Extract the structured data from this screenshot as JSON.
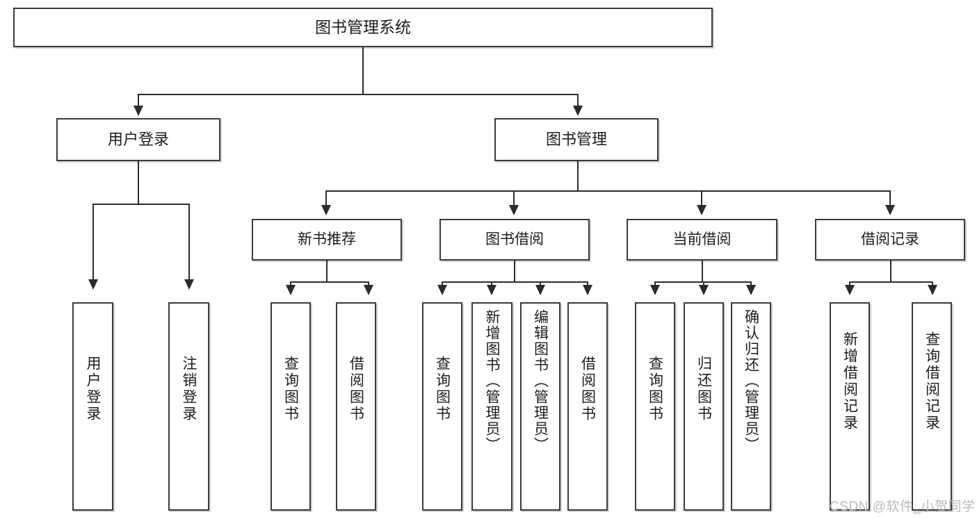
{
  "diagram": {
    "title": "图书管理系统",
    "type": "hierarchy-tree",
    "watermark": "CSDN @软件_小贺同学",
    "colors": {
      "box_border": "#3a3a3a",
      "box_fill": "#ffffff",
      "connector": "#2b2b2b",
      "text": "#1c1c1c",
      "watermark": "#b9b9b9",
      "background": "#ffffff"
    },
    "levels": {
      "root": {
        "label": "图书管理系统"
      },
      "level1": [
        {
          "id": "user-login",
          "label": "用户登录"
        },
        {
          "id": "book-manage",
          "label": "图书管理"
        }
      ],
      "level2": [
        {
          "id": "new-book-recommend",
          "label": "新书推荐"
        },
        {
          "id": "book-borrow",
          "label": "图书借阅"
        },
        {
          "id": "current-borrow",
          "label": "当前借阅"
        },
        {
          "id": "borrow-record",
          "label": "借阅记录"
        }
      ],
      "leaves": [
        {
          "id": "leaf-user-login",
          "label": "用户登录",
          "parent": "user-login"
        },
        {
          "id": "leaf-user-logout",
          "label": "注销登录",
          "parent": "user-login"
        },
        {
          "id": "leaf-query-book-1",
          "label": "查询图书",
          "parent": "new-book-recommend"
        },
        {
          "id": "leaf-borrow-book-1",
          "label": "借阅图书",
          "parent": "new-book-recommend"
        },
        {
          "id": "leaf-query-book-2",
          "label": "查询图书",
          "parent": "book-borrow"
        },
        {
          "id": "leaf-add-book",
          "label": "新增图书（管理员）",
          "parent": "book-borrow"
        },
        {
          "id": "leaf-edit-book",
          "label": "编辑图书（管理员）",
          "parent": "book-borrow"
        },
        {
          "id": "leaf-borrow-book-2",
          "label": "借阅图书",
          "parent": "book-borrow"
        },
        {
          "id": "leaf-query-book-3",
          "label": "查询图书",
          "parent": "current-borrow"
        },
        {
          "id": "leaf-return-book",
          "label": "归还图书",
          "parent": "current-borrow"
        },
        {
          "id": "leaf-confirm-return",
          "label": "确认归还（管理员）",
          "parent": "current-borrow"
        },
        {
          "id": "leaf-add-borrow-record",
          "label": "新增借阅记录",
          "parent": "borrow-record"
        },
        {
          "id": "leaf-query-borrow-record",
          "label": "查询借阅记录",
          "parent": "borrow-record"
        }
      ]
    }
  }
}
